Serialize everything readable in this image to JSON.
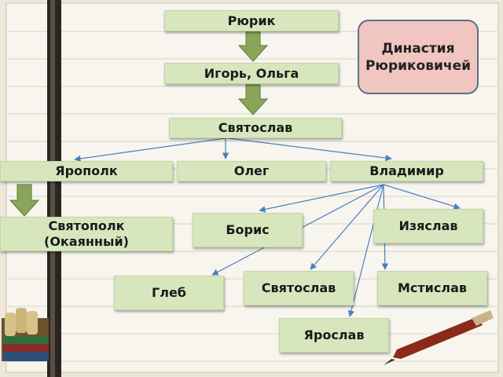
{
  "title": "Династия Рюриковичей",
  "colors": {
    "node_fill": "#d7e6bd",
    "title_fill": "#f1c5c0",
    "title_border": "#5e6e87",
    "arrow_blue": "#4a7fc0",
    "big_arrow": "#8aa558"
  },
  "nodes": {
    "ryurik": "Рюрик",
    "igor_olga": "Игорь, Ольга",
    "svyatoslav_1": "Святослав",
    "yaropolk": "Ярополк",
    "oleg": "Олег",
    "vladimir": "Владимир",
    "svyatopolk": "Святополк\n(Окаянный)",
    "boris": "Борис",
    "izyaslav": "Изяслав",
    "gleb": "Глеб",
    "svyatoslav_2": "Святослав",
    "mstislav": "Мстислав",
    "yaroslav": "Ярослав"
  }
}
